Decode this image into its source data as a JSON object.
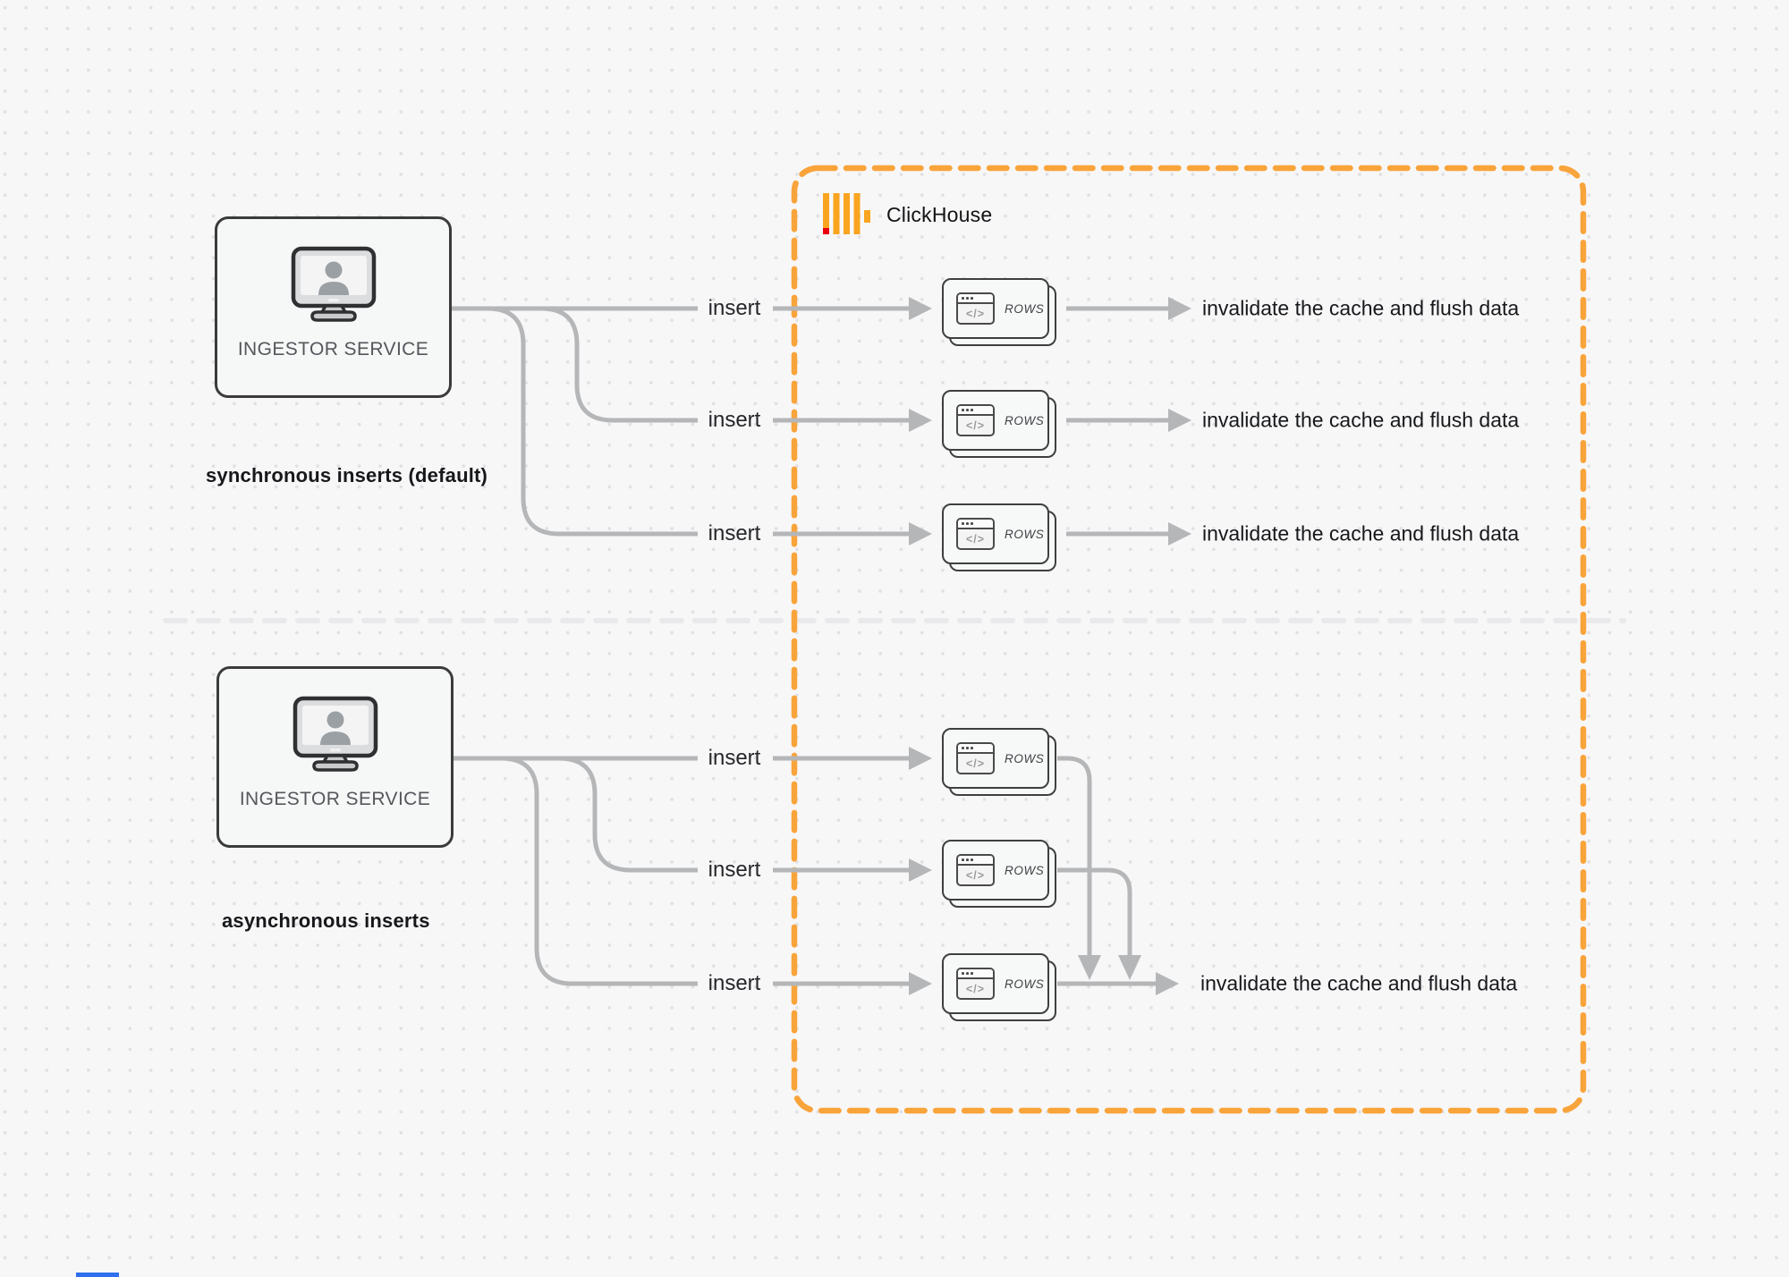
{
  "colors": {
    "background": "#f7f7f8",
    "dot_grid": "#e1e1e4",
    "connector_gray": "#b5b6b8",
    "border_dark": "#3b3b3b",
    "accent_orange": "#f9a43b",
    "logo_bar_orange": "#faa41f",
    "logo_red": "#e8000f"
  },
  "clickhouse": {
    "brand": "ClickHouse"
  },
  "sync": {
    "service_label": "INGESTOR SERVICE",
    "caption": "synchronous inserts (default)",
    "rows": [
      {
        "insert": "insert",
        "card": "ROWS",
        "code_glyph": "</>",
        "result": "invalidate the cache and flush data"
      },
      {
        "insert": "insert",
        "card": "ROWS",
        "code_glyph": "</>",
        "result": "invalidate the cache and flush data"
      },
      {
        "insert": "insert",
        "card": "ROWS",
        "code_glyph": "</>",
        "result": "invalidate the cache and flush data"
      }
    ]
  },
  "async": {
    "service_label": "INGESTOR SERVICE",
    "caption": "asynchronous inserts",
    "rows": [
      {
        "insert": "insert",
        "card": "ROWS",
        "code_glyph": "</>"
      },
      {
        "insert": "insert",
        "card": "ROWS",
        "code_glyph": "</>"
      },
      {
        "insert": "insert",
        "card": "ROWS",
        "code_glyph": "</>"
      }
    ],
    "result": "invalidate the cache and flush data"
  }
}
